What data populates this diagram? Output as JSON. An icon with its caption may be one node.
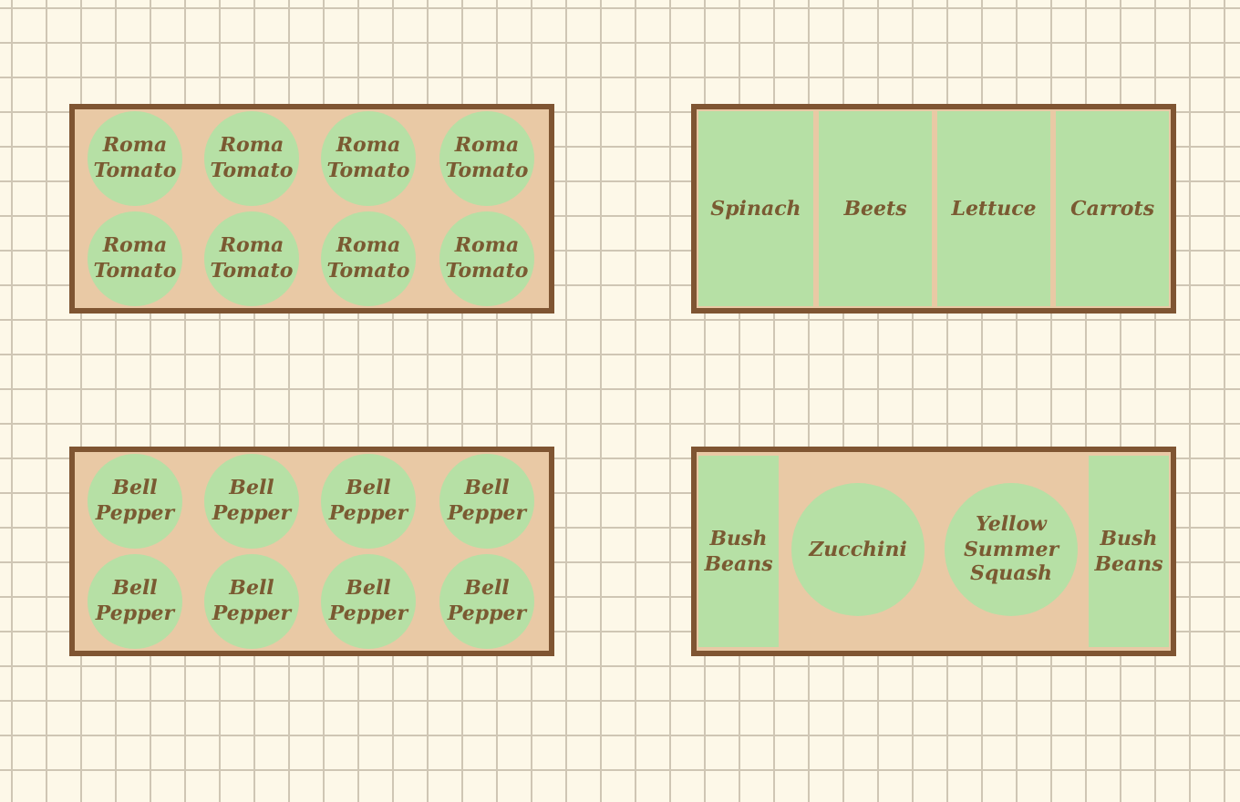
{
  "diagram": {
    "nodes": [
      {
        "text": [],
        "shape": "box"
      },
      {
        "text": [
          "Roma Tomato"
        ],
        "in": 0
      },
      {
        "text": [
          "Roma Tomato"
        ],
        "in": 0
      },
      {
        "text": [
          "Roma Tomato"
        ],
        "in": 0
      },
      {
        "text": [
          "Roma Tomato"
        ],
        "in": 0
      },
      {
        "text": [
          "Roma Tomato"
        ],
        "in": 0
      },
      {
        "text": [
          "Roma Tomato"
        ],
        "in": 0
      },
      {
        "text": [
          "Roma Tomato"
        ],
        "in": 0
      },
      {
        "text": [
          "Roma Tomato"
        ],
        "in": 0
      },
      {
        "text": [],
        "shape": "box"
      },
      {
        "text": [
          "Spinach"
        ],
        "in": 9
      },
      {
        "text": [
          "Beets"
        ],
        "in": 9
      },
      {
        "text": [
          "Lettuce"
        ],
        "in": 9
      },
      {
        "text": [
          "Carrots"
        ],
        "in": 9
      },
      {
        "text": [],
        "shape": "box"
      },
      {
        "text": [
          "Bell Pepper"
        ],
        "in": 14
      },
      {
        "text": [
          "Bell Pepper"
        ],
        "in": 14
      },
      {
        "text": [
          "Bell Pepper"
        ],
        "in": 14
      },
      {
        "text": [
          "Bell Pepper"
        ],
        "in": 14
      },
      {
        "text": [
          "Bell Pepper"
        ],
        "in": 14
      },
      {
        "text": [
          "Bell Pepper"
        ],
        "in": 14
      },
      {
        "text": [
          "Bell Pepper"
        ],
        "in": 14
      },
      {
        "text": [
          "Bell Pepper"
        ],
        "in": 14
      },
      {
        "text": [],
        "shape": "box"
      },
      {
        "text": [
          "Bush Beans"
        ],
        "in": 23
      },
      {
        "text": [
          "Zucchini"
        ],
        "in": 23
      },
      {
        "text": [
          "Yellow Summer Squash"
        ],
        "in": 23
      },
      {
        "text": [
          "Bush Beans"
        ],
        "in": 23
      }
    ]
  }
}
